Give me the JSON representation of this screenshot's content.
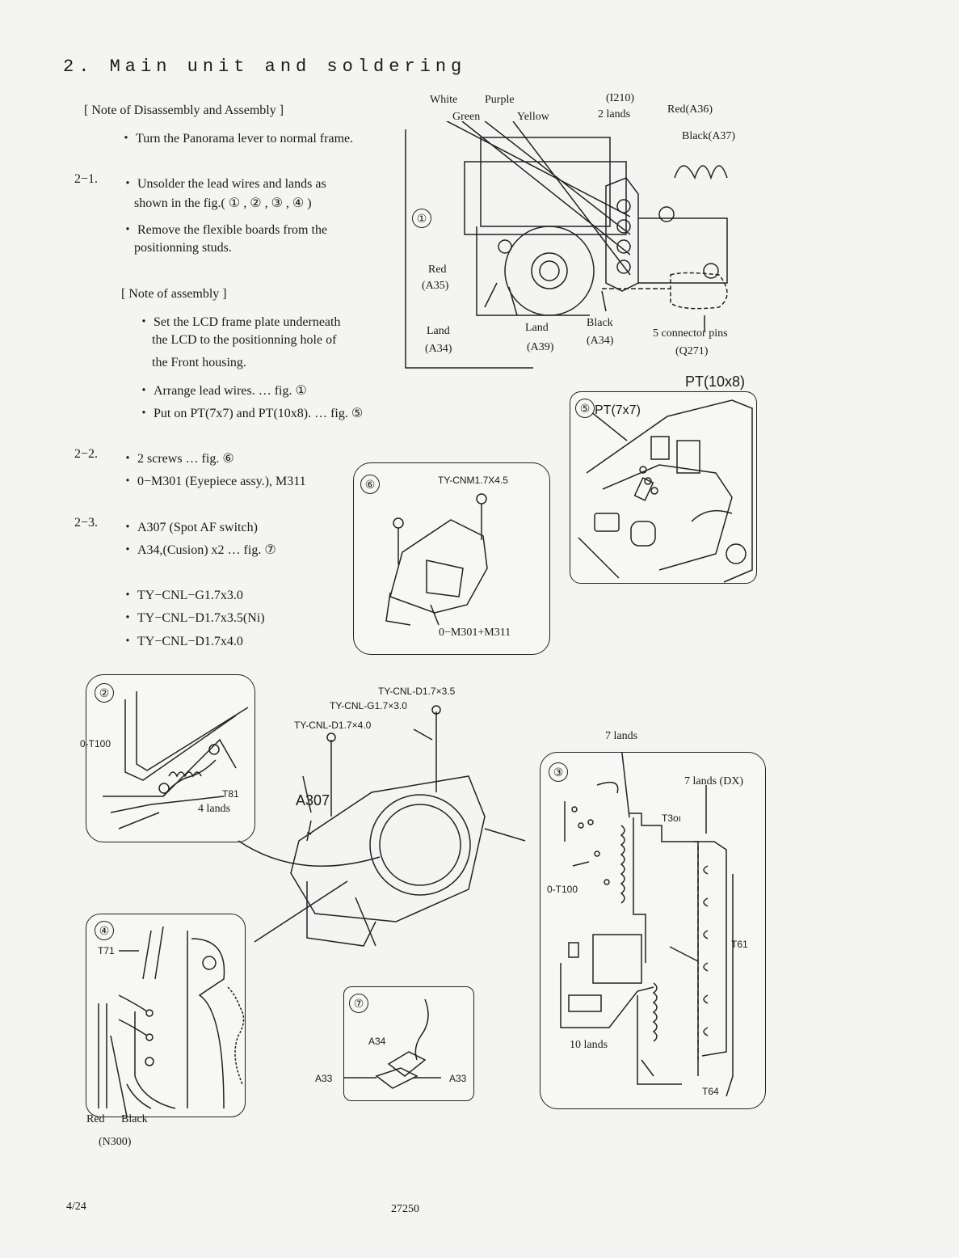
{
  "page": {
    "title": "2. Main unit and soldering",
    "footer_left": "4/24",
    "footer_center": "27250"
  },
  "notes": {
    "heading": "[ Note of Disassembly and Assembly ]",
    "intro": "・ Turn the Panorama lever to normal frame.",
    "s21_num": "2−1.",
    "s21_l1": "・ Unsolder the lead wires and lands as",
    "s21_l2": "shown in the fig.( ① , ② , ③ , ④ )",
    "s21_l3": "・ Remove the flexible boards from the",
    "s21_l4": "positionning studs.",
    "assy_heading": "[ Note of assembly ]",
    "assy_l1": "・ Set the LCD frame plate underneath",
    "assy_l2": "the LCD to the positionning hole of",
    "assy_l3": "the Front housing.",
    "assy_l4": "・ Arrange lead wires. … fig. ①",
    "assy_l5": "・ Put on PT(7x7) and PT(10x8). … fig. ⑤",
    "s22_num": "2−2.",
    "s22_l1": "・ 2 screws … fig. ⑥",
    "s22_l2": "・ 0−M301 (Eyepiece assy.), M311",
    "s23_num": "2−3.",
    "s23_l1": "・ A307 (Spot AF switch)",
    "s23_l2": "・ A34,(Cusion) x2 … fig. ⑦",
    "s23_l3": "・ TY−CNL−G1.7x3.0",
    "s23_l4": "・ TY−CNL−D1.7x3.5(Ni)",
    "s23_l5": "・ TY−CNL−D1.7x4.0"
  },
  "fig1": {
    "num": "①",
    "white": "White",
    "purple": "Purple",
    "green": "Green",
    "yellow": "Yellow",
    "i210": "(I210)",
    "two_lands": "2 lands",
    "red_a36": "Red(A36)",
    "black_a37": "Black(A37)",
    "red": "Red",
    "a35": "(A35)",
    "land1": "Land",
    "a34": "(A34)",
    "land2": "Land",
    "a39": "(A39)",
    "black": "Black",
    "a34b": "(A34)",
    "pins": "5 connector pins",
    "q271": "(Q271)"
  },
  "fig5": {
    "num": "⑤",
    "pt7": "PT(7x7)",
    "pt10": "PT(10x8)"
  },
  "fig6": {
    "num": "⑥",
    "screw": "TY-CNM1.7X4.5",
    "part": "0−M301+M311"
  },
  "fig2": {
    "num": "②",
    "t100": "0-T100",
    "t81": "T81",
    "lands": "4 lands"
  },
  "center": {
    "s1": "TY-CNL-D1.7×3.5",
    "s2": "TY-CNL-G1.7×3.0",
    "s3": "TY-CNL-D1.7×4.0",
    "a307": "A307"
  },
  "fig3": {
    "num": "③",
    "seven": "7 lands",
    "seven_dx": "7 lands (DX)",
    "t301": "T3oı",
    "t100": "0-T100",
    "t61": "T61",
    "ten": "10 lands",
    "t64": "T64"
  },
  "fig4": {
    "num": "④",
    "t71": "T71",
    "red": "Red",
    "black": "Black",
    "n300": "(N300)"
  },
  "fig7": {
    "num": "⑦",
    "a34": "A34",
    "a33l": "A33",
    "a33r": "A33"
  }
}
